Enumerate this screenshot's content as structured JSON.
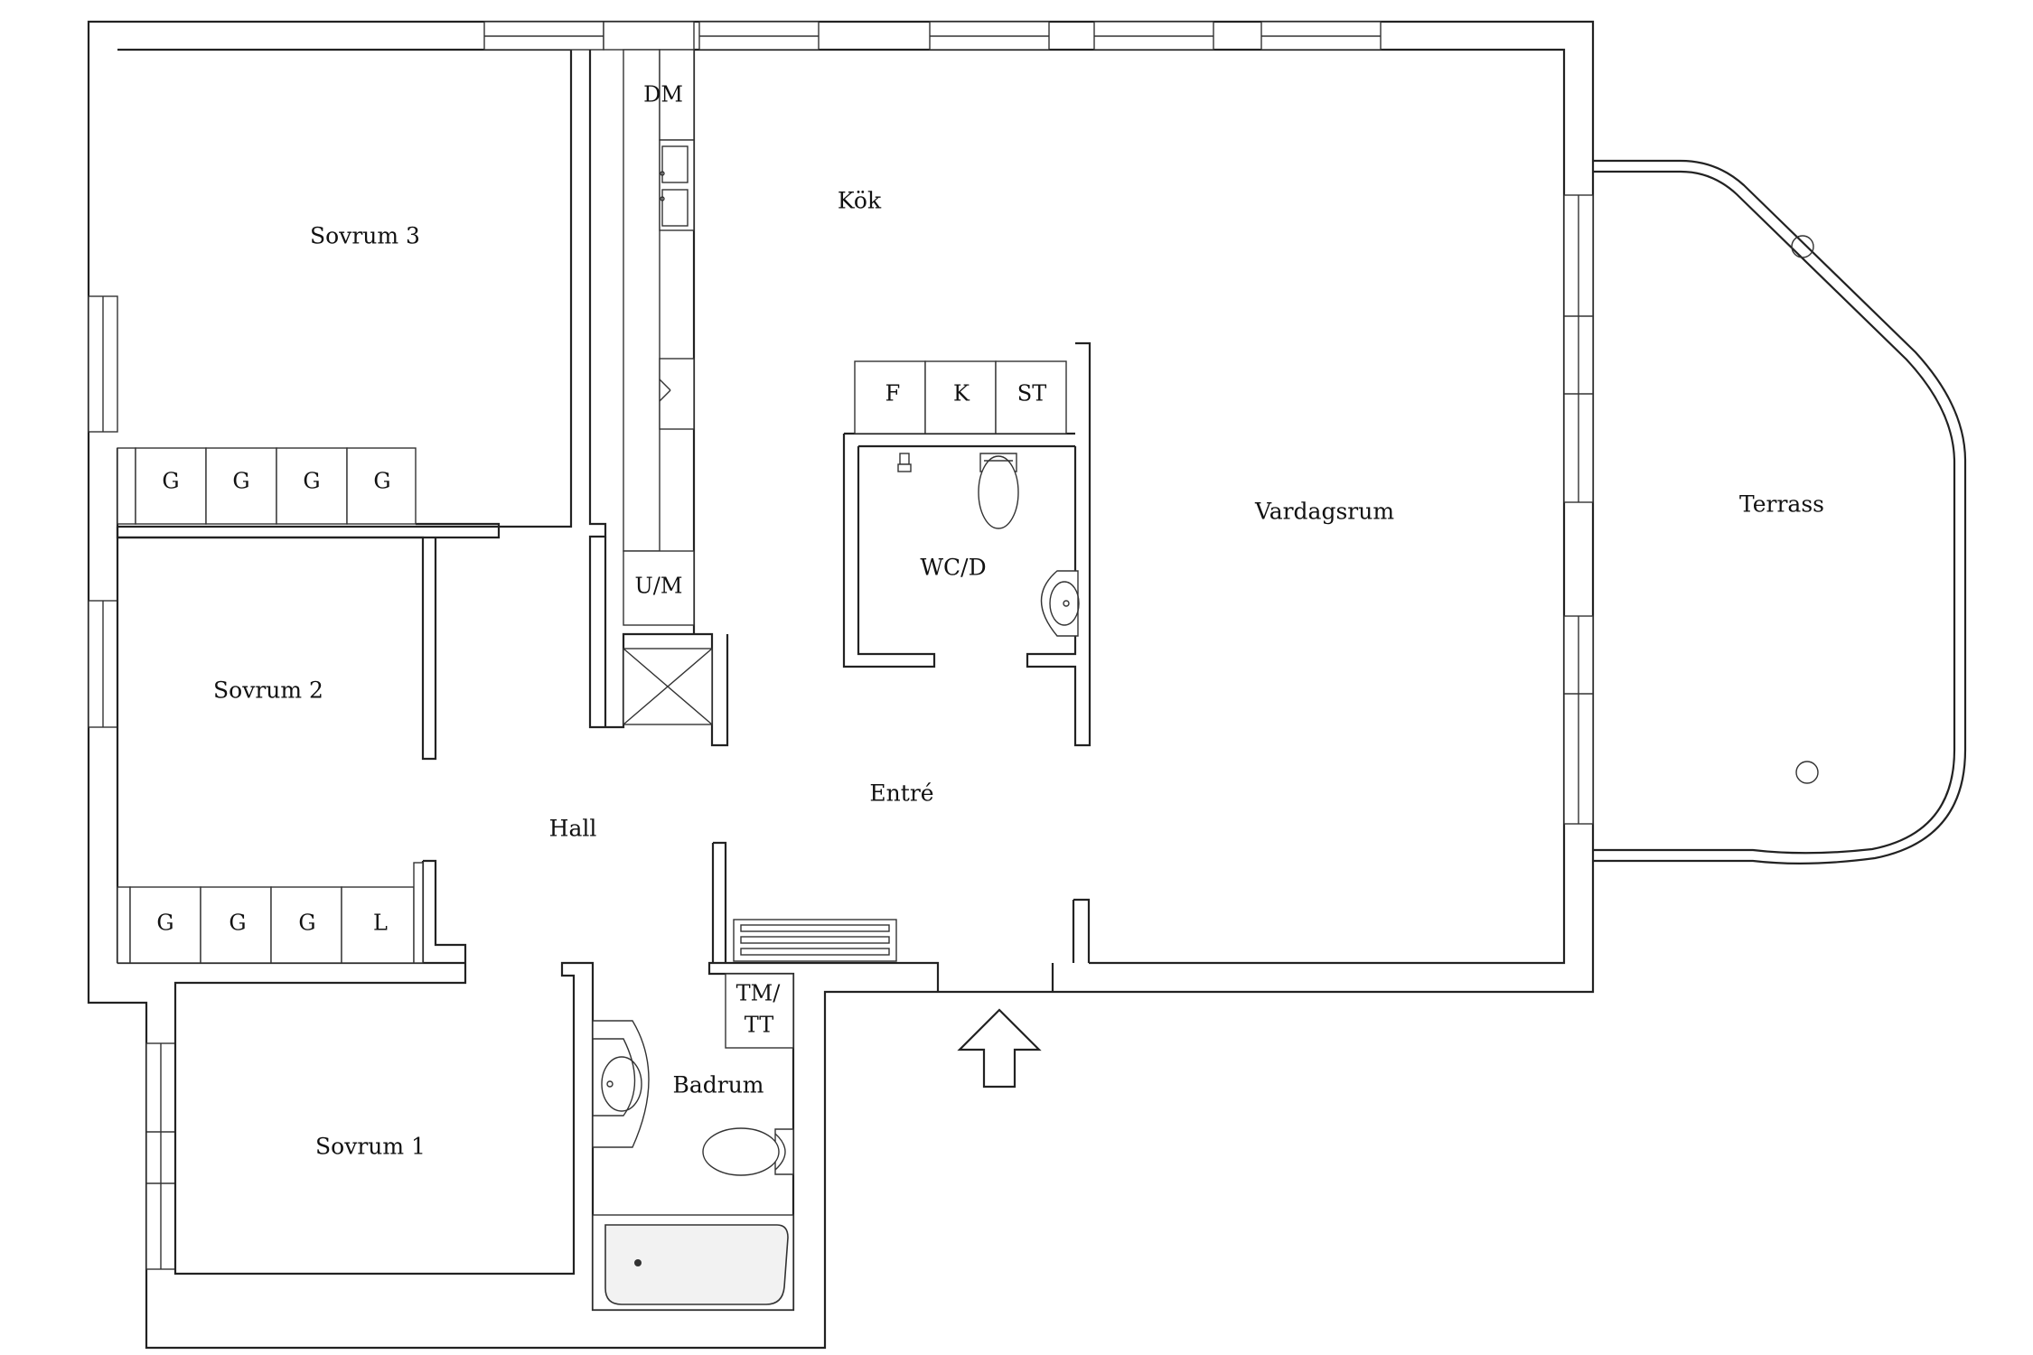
{
  "rooms": {
    "sovrum3": "Sovrum 3",
    "sovrum2": "Sovrum 2",
    "sovrum1": "Sovrum 1",
    "hall": "Hall",
    "kok": "Kök",
    "entre": "Entré",
    "vardagsrum": "Vardagsrum",
    "terrass": "Terrass",
    "wcd": "WC/D",
    "badrum": "Badrum"
  },
  "fixtures": {
    "dm": "DM",
    "um": "U/M",
    "f": "F",
    "k": "K",
    "st": "ST",
    "tm": "TM/",
    "tt": "TT",
    "wardrobes_top": [
      "G",
      "G",
      "G",
      "G"
    ],
    "wardrobes_bottom": [
      "G",
      "G",
      "G",
      "L"
    ]
  },
  "icons": {
    "entrance": "arrow-up-icon",
    "sink": "sink-icon",
    "toilet": "toilet-icon",
    "bathtub": "bathtub-icon",
    "shower": "shower-icon",
    "radiator": "radiator-icon"
  },
  "colors": {
    "wall": "#222222",
    "background": "#ffffff"
  }
}
